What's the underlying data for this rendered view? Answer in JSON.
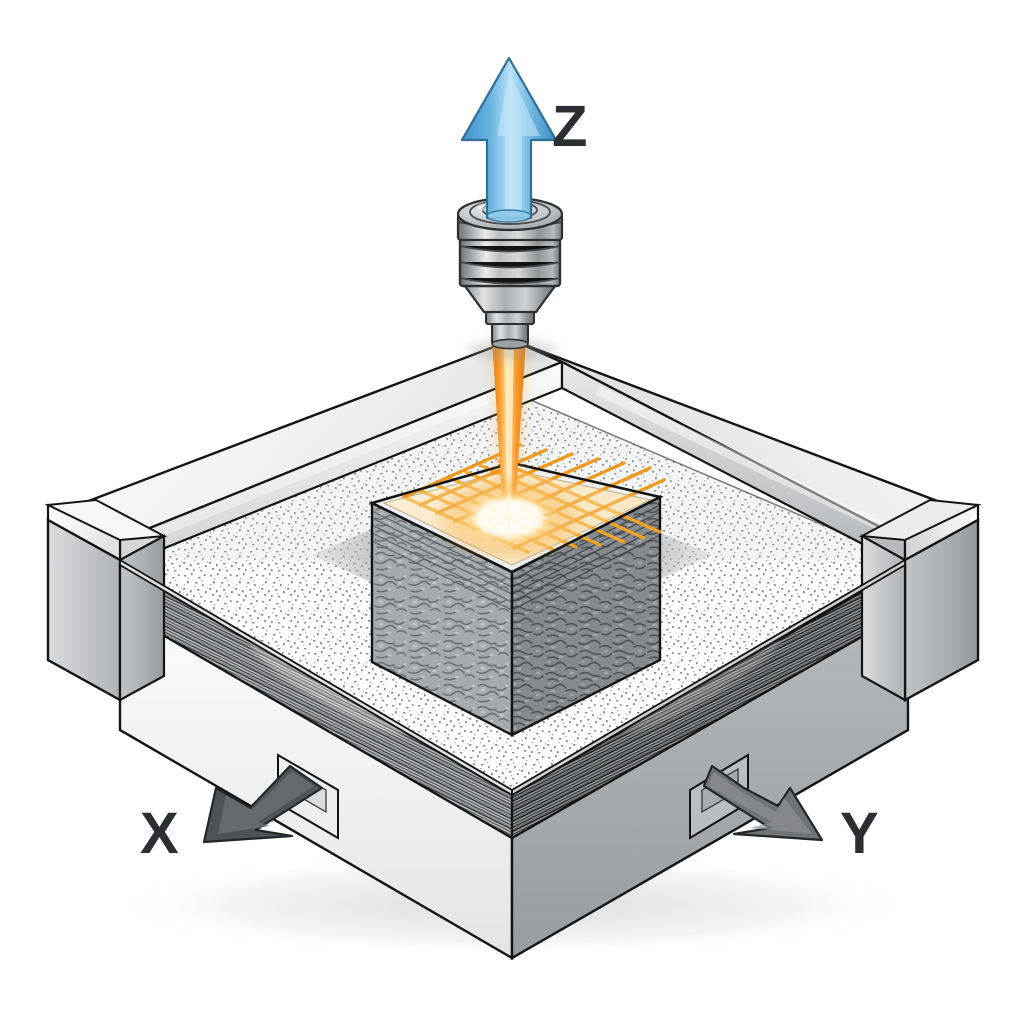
{
  "diagram": {
    "title": "Laser Powder Bed Fusion Build Chamber",
    "subject": "additive-manufacturing-machine",
    "projection": "isometric",
    "background_color": "#ffffff"
  },
  "axes": {
    "z": {
      "label": "Z",
      "direction": "up",
      "arrow_color": "#4a9fd4",
      "arrow_highlight": "#a8d8f0",
      "label_color": "#2b2f33",
      "meaning": "vertical build / layer height direction"
    },
    "x": {
      "label": "X",
      "direction": "down-left",
      "arrow_color": "#4e5357",
      "label_color": "#2b2f33",
      "meaning": "horizontal platform travel"
    },
    "y": {
      "label": "Y",
      "direction": "down-right",
      "arrow_color": "#6e7377",
      "label_color": "#2b2f33",
      "meaning": "horizontal platform travel"
    }
  },
  "components": [
    {
      "name": "laser-head",
      "label": "Laser head / nozzle",
      "shape": "stepped cylinder with conical taper and small outlet tip",
      "color": "#b8bcc0",
      "highlight": "#f2f4f5",
      "shadow": "#6e7479"
    },
    {
      "name": "laser-beam",
      "label": "Laser beam",
      "shape": "tapering vertical beam converging to focal point",
      "color": "#f58a1f",
      "core_color": "#ffd089"
    },
    {
      "name": "melt-pool",
      "label": "Melt pool / focal spot",
      "shape": "radial white-hot glow",
      "color": "#ffffff",
      "glow_color": "#ffd27a"
    },
    {
      "name": "build-part",
      "label": "Built part (solidified)",
      "shape": "cube with layered, mottled metallic side walls",
      "color": "#9aa0a4",
      "top_color": "#f6e3bd"
    },
    {
      "name": "scan-hatch",
      "label": "Hatch scan pattern on current layer",
      "shape": "orange cross-hatch grid",
      "color": "#f5a623",
      "grid_lines": 7
    },
    {
      "name": "powder-bed",
      "label": "Metal powder bed",
      "shape": "speckled granular surface filling the frame",
      "color": "#fdfdfd",
      "speckle_color": "#8a8d90"
    },
    {
      "name": "chamber-frame",
      "label": "Build chamber frame / rails",
      "shape": "four raised rectangular rails with corner posts",
      "color": "#e7e9ea",
      "edge_color": "#1a1a1a"
    },
    {
      "name": "layer-stack",
      "label": "Stacked build layers",
      "shape": "dense horizontal striping band on the front faces",
      "color": "#6a6f73",
      "stripe_count": 14
    },
    {
      "name": "machine-base",
      "label": "Machine base block",
      "shape": "solid rectangular plinth",
      "left_face_color": "#f1f2f3",
      "right_face_color": "#a9aeb2"
    },
    {
      "name": "axis-bracket",
      "label": "Axis drive bracket",
      "shape": "rectangular notch on the base front faces",
      "color": "#e4e6e7"
    }
  ],
  "palette": {
    "outline": "#141414",
    "frame_top": "#f4f5f6",
    "frame_light": "#e8eaeb",
    "frame_mid": "#c9cdd0",
    "frame_dark": "#9fa4a8",
    "powder_white": "#fdfdfd",
    "powder_speckle": "#83868a",
    "part_gray": "#9ba1a5",
    "part_gray_dark": "#7d8387",
    "laser_orange": "#f58a1f",
    "laser_yellow": "#ffc960",
    "hatch_orange": "#f5a623",
    "arrow_blue": "#4a9fd4",
    "arrow_blue_light": "#a9d9f1",
    "arrow_gray": "#585d61",
    "text_dark": "#2b2f33"
  }
}
